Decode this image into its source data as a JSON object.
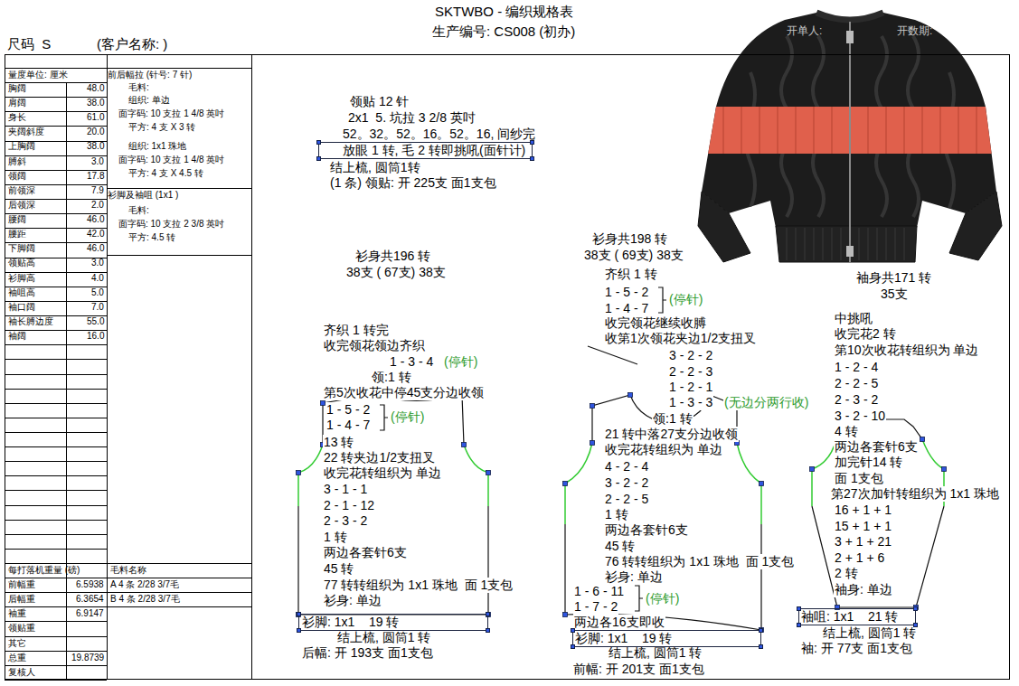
{
  "diagram": {
    "title": "SKTWBO - 编织规格表",
    "nodes": [
      {
        "text": [
          "放眼 1 转, 毛 2 转即挑吼(面针计)"
        ]
      },
      {
        "text": [
          "衫脚: 1x1    19 转"
        ]
      },
      {
        "text": [
          "衫脚: 1x1    19 转"
        ]
      },
      {
        "text": [
          "袖咀: 1x1    21 转"
        ]
      }
    ],
    "labels": [
      "生产编号: CS008 (初办)",
      "尺码  S",
      "(客户名称: )",
      "开单人:",
      "开数期:",
      "量度单位: 厘米",
      "胸阔",
      "48.0",
      "肩阔",
      "38.0",
      "身长",
      "61.0",
      "夹阔斜度",
      "20.0",
      "上胸阔",
      "38.0",
      "膊斜",
      "3.0",
      "领阔",
      "17.8",
      "前领深",
      "7.9",
      "后领深",
      "2.0",
      "腰阔",
      "46.0",
      "腰距",
      "42.0",
      "下脚阔",
      "46.0",
      "领贴高",
      "3.0",
      "衫脚高",
      "4.0",
      "袖咀高",
      "5.0",
      "袖口阔",
      "7.0",
      "袖长膊边度",
      "55.0",
      "袖阔",
      "16.0",
      "前后幅拉 (针号: 7 针)",
      "毛料:",
      "组织: 单边",
      "面字码: 10 支拉 1 4/8 英吋",
      "平方: 4 支 X 3 转",
      "组织: 1x1 珠地",
      "面字码: 10 支拉 1 4/8 英吋",
      "平方: 4 支 X 4.5 转",
      "衫脚及袖咀 (1x1 )",
      "毛料:",
      "面字码: 10 支拉 2 3/8 英吋",
      "平方: 4.5 转",
      "每打落机重量 (磅)",
      "毛料名称",
      "前幅重",
      "6.5938",
      "A 4 条 2/28 3/7毛",
      "后幅重",
      "6.3654",
      "B 4 条 2/28 3/7毛",
      "袖重",
      "6.9147",
      "领贴重",
      "其它",
      "总重",
      "19.8739",
      "复核人",
      "领贴 12 针",
      "2x1  5. 坑拉 3 2/8 英吋",
      "52。32。52。16。52。16, 间纱完",
      "结上梳, 圆筒1转",
      "(1 条) 领贴: 开 225支 面1支包",
      "衫身共196 转",
      "38支 ( 67支) 38支",
      "齐织 1 转完",
      "收完领花领边齐织",
      "1 - 3 - 4",
      "(停针)",
      "领:1 转",
      "第5次收花中停45支分边收领",
      "1 - 5 - 2",
      "1 - 4 - 7",
      "(停针)",
      "13 转",
      "22 转夹边1/2支扭叉",
      "收完花转组织为 单边",
      "3 - 1 - 1",
      "2 - 1 - 12",
      "2 - 3 - 2",
      "1 转",
      "两边各套针6支",
      "45 转",
      "77 转转组织为 1x1 珠地  面 1支包",
      "衫身: 单边",
      "结上梳, 圆筒1 转",
      "后幅: 开 193支 面1支包",
      "衫身共198 转",
      "38支 ( 69支) 38支",
      "齐织 1 转",
      "1 - 5 - 2",
      "1 - 4 - 7",
      "(停针)",
      "收完领花继续收膊",
      "收第1次领花夹边1/2支扭叉",
      "3 - 2 - 2",
      "2 - 2 - 3",
      "1 - 2 - 1",
      "1 - 3 - 3",
      "(无边分两行收)",
      "领:1 转",
      "21 转中落27支分边收领",
      "收完花转组织为 单边",
      "4 - 2 - 4",
      "3 - 2 - 2",
      "2 - 2 - 5",
      "1 转",
      "两边各套针6支",
      "45 转",
      "76 转转组织为 1x1 珠地  面 1支包",
      "衫身: 单边",
      "1 - 6 - 11",
      "1 - 7 - 2",
      "(停针)",
      "两边各16支即收",
      "结上梳, 圆筒1 转",
      "前幅: 开 201支 面1支包",
      "袖身共171 转",
      "35支",
      "中挑吼",
      "收完花2 转",
      "第10次收花转组织为 单边",
      "1 - 2 - 4",
      "2 - 2 - 5",
      "2 - 3 - 2",
      "3 - 2 - 10",
      "4 转",
      "两边各套针6支",
      "加完针14 转",
      "面 1支包",
      "第27次加针转组织为 1x1 珠地",
      "16 + 1 + 1",
      "15 + 1 + 1",
      "3 + 1 + 21",
      "2 + 1 + 6",
      "2 转",
      "袖身: 单边",
      "结上梳, 圆筒1 转",
      "袖: 开 77支 面1支包"
    ]
  }
}
